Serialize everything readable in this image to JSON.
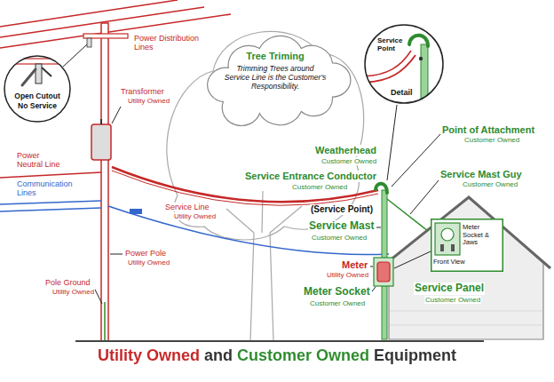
{
  "diagram": {
    "title": "Utility Owned and Customer Owned Equipment",
    "nodes": [
      {
        "text": [
          "Open Cutout",
          "No Service"
        ]
      },
      {
        "text": [
          "Tree Triming",
          "Trimming Trees around Service Line is the Customer's Responsibility."
        ]
      },
      {
        "text": [
          "Service Point",
          "Detail"
        ]
      },
      {
        "text": [
          "Meter Socket & Jaws",
          "Front View"
        ]
      }
    ],
    "labels": [
      "Power Distribution Lines",
      "Transformer",
      "Utility Owned",
      "Power Neutral Line",
      "Communication Lines",
      "Service Line",
      "Utility Owned",
      "Power Pole",
      "Utility Owned",
      "Pole Ground",
      "Utility Owned",
      "Point of Attachment",
      "Customer Owned",
      "Weatherhead",
      "Customer Owned",
      "Service Entrance Conductor",
      "Customer Owned",
      "Service Mast Guy",
      "Customer Owned",
      "(Service Point)",
      "Service Mast",
      "Customer Owned",
      "Meter",
      "Utility Owned",
      "Meter Socket",
      "Customer Owned",
      "Service Panel",
      "Customer Owned"
    ]
  }
}
